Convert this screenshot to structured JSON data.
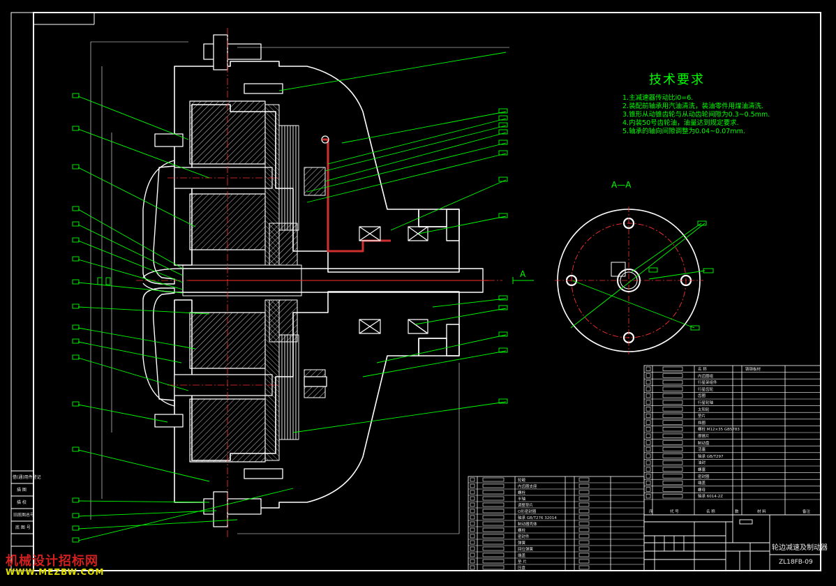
{
  "colors": {
    "background": "#000000",
    "frame": "#ffffff",
    "geometry": "#ffffff",
    "leaders": "#00ff00",
    "centerlines": "#ff3030",
    "watermark_red": "#d02020",
    "watermark_yellow": "#e0e000"
  },
  "technical_requirements": {
    "title": "技术要求",
    "items": [
      "1.主减速器传动比i0=6.",
      "2.装配前轴承用汽油清洗，装油零件用煤油清洗.",
      "3.锥形从动锥齿轮与从动齿轮间隙为0.3~0.5mm.",
      "4.内装50号齿轮油，油量达到规定要求.",
      "5.轴承的轴向间隙调整为0.04~0.07mm."
    ]
  },
  "section_view": {
    "label": "A—A"
  },
  "section_arrow": {
    "label": "A"
  },
  "title_block": {
    "drawing_name": "轮边减速及制动器",
    "drawing_number": "ZL18FB-09"
  },
  "side_strip": {
    "labels": [
      "借(通)用件登记",
      "描 图",
      "描 校",
      "旧底图总号",
      "底 图 号"
    ]
  },
  "parts_list_right": {
    "header": [
      "序",
      "代 号",
      "名 称",
      "数",
      "材 料",
      "备注"
    ],
    "rows": [
      [
        "名 称",
        "铸钢板材"
      ],
      [
        "内齿圈组"
      ],
      [
        "行星架组件"
      ],
      [
        "行星齿轮"
      ],
      [
        "齿圈"
      ],
      [
        "行星轮轴"
      ],
      [
        "太阳轮"
      ],
      [
        "垫片"
      ],
      [
        "挡圈"
      ],
      [
        "螺栓 M12×35 GB5783"
      ],
      [
        "摩擦片"
      ],
      [
        "制动盘"
      ],
      [
        "活塞"
      ],
      [
        "轴承 GB/T297"
      ],
      [
        "油封"
      ],
      [
        "螺塞"
      ],
      [
        "密封圈"
      ],
      [
        "端盖"
      ],
      [
        "螺母"
      ],
      [
        "轴承 6014-2Z"
      ]
    ]
  },
  "parts_list_left": {
    "rows": [
      [
        "轮毂"
      ],
      [
        "内齿圈支座"
      ],
      [
        "螺栓"
      ],
      [
        "半轴"
      ],
      [
        "调整垫片"
      ],
      [
        "O形密封圈"
      ],
      [
        "轴承 GB/T276 32014"
      ],
      [
        "制动器壳体"
      ],
      [
        "螺栓"
      ],
      [
        "密封件"
      ],
      [
        "弹簧"
      ],
      [
        "回位弹簧"
      ],
      [
        "端盖"
      ],
      [
        "垫 片"
      ],
      [
        "压盘"
      ]
    ]
  }
}
